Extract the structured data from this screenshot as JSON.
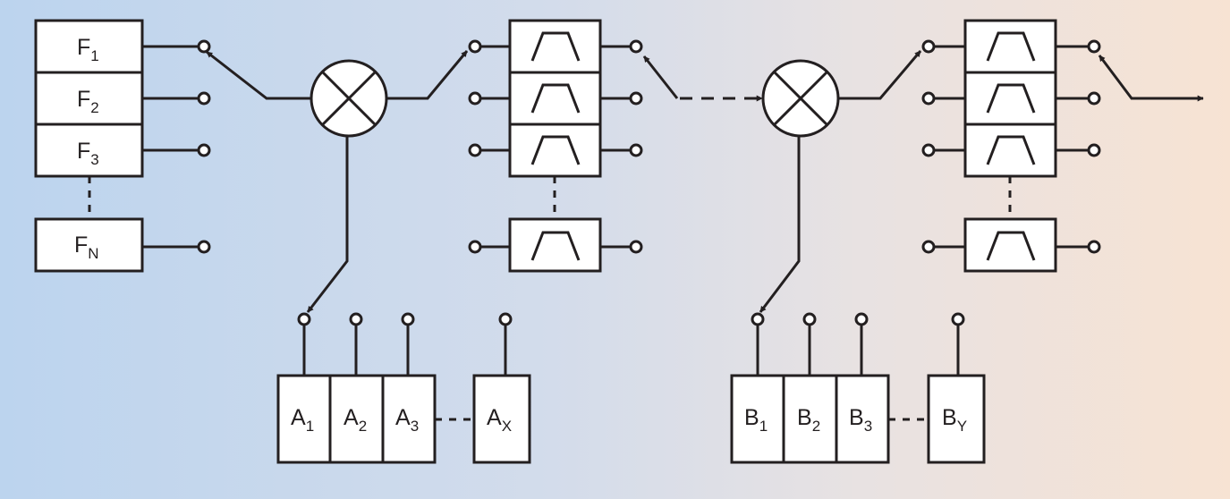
{
  "signal_sources": [
    {
      "base": "F",
      "sub": "1"
    },
    {
      "base": "F",
      "sub": "2"
    },
    {
      "base": "F",
      "sub": "3"
    },
    {
      "base": "F",
      "sub": "N"
    }
  ],
  "lo_bank_a": [
    {
      "base": "A",
      "sub": "1"
    },
    {
      "base": "A",
      "sub": "2"
    },
    {
      "base": "A",
      "sub": "3"
    },
    {
      "base": "A",
      "sub": "X"
    }
  ],
  "lo_bank_b": [
    {
      "base": "B",
      "sub": "1"
    },
    {
      "base": "B",
      "sub": "2"
    },
    {
      "base": "B",
      "sub": "3"
    },
    {
      "base": "B",
      "sub": "Y"
    }
  ],
  "colors": {
    "line": "#231f20",
    "box_fill": "#ffffff",
    "background_left": "#bcd4ee",
    "background_right": "#f7e3d3"
  }
}
